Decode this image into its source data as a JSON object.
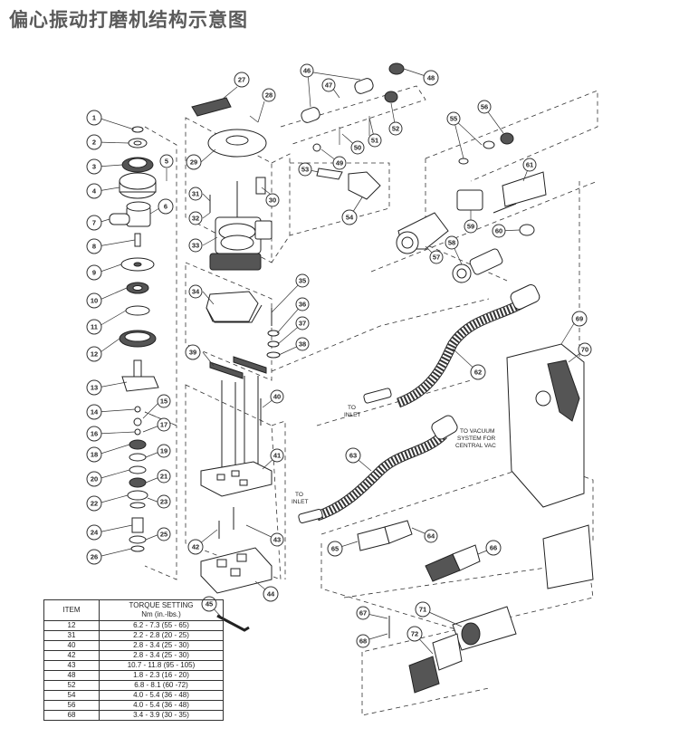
{
  "title": "偏心振动打磨机结构示意图",
  "callouts": [
    "1",
    "2",
    "3",
    "4",
    "5",
    "6",
    "7",
    "8",
    "9",
    "10",
    "11",
    "12",
    "13",
    "14",
    "15",
    "16",
    "17",
    "18",
    "19",
    "20",
    "21",
    "22",
    "23",
    "24",
    "25",
    "26",
    "27",
    "28",
    "29",
    "30",
    "31",
    "32",
    "33",
    "34",
    "35",
    "36",
    "37",
    "38",
    "39",
    "40",
    "41",
    "42",
    "43",
    "44",
    "45",
    "46",
    "47",
    "48",
    "49",
    "50",
    "51",
    "52",
    "53",
    "54",
    "55",
    "56",
    "57",
    "58",
    "59",
    "60",
    "61",
    "62",
    "63",
    "64",
    "65",
    "66",
    "67",
    "68",
    "69",
    "70",
    "71",
    "72"
  ],
  "labels": {
    "to_inlet_1_a": "TO",
    "to_inlet_1_b": "INLET",
    "to_inlet_2_a": "TO",
    "to_inlet_2_b": "INLET",
    "to_vacuum_a": "TO VACUUM",
    "to_vacuum_b": "SYSTEM FOR",
    "to_vacuum_c": "CENTRAL VAC"
  },
  "table": {
    "header_item": "ITEM",
    "header_torque_a": "TORQUE SETTING",
    "header_torque_b": "Nm (in.-lbs.)",
    "rows": [
      {
        "item": "12",
        "torque": "6.2 - 7.3 (55 - 65)"
      },
      {
        "item": "31",
        "torque": "2.2 - 2.8 (20 - 25)"
      },
      {
        "item": "40",
        "torque": "2.8 - 3.4 (25 - 30)"
      },
      {
        "item": "42",
        "torque": "2.8 - 3.4 (25 - 30)"
      },
      {
        "item": "43",
        "torque": "10.7 - 11.8 (95 - 105)"
      },
      {
        "item": "48",
        "torque": "1.8 - 2.3 (16 - 20)"
      },
      {
        "item": "52",
        "torque": "6.8 - 8.1 (60 -72)"
      },
      {
        "item": "54",
        "torque": "4.0 - 5.4 (36 - 48)"
      },
      {
        "item": "56",
        "torque": "4.0 - 5.4 (36 - 48)"
      },
      {
        "item": "68",
        "torque": "3.4 - 3.9 (30 - 35)"
      }
    ]
  }
}
